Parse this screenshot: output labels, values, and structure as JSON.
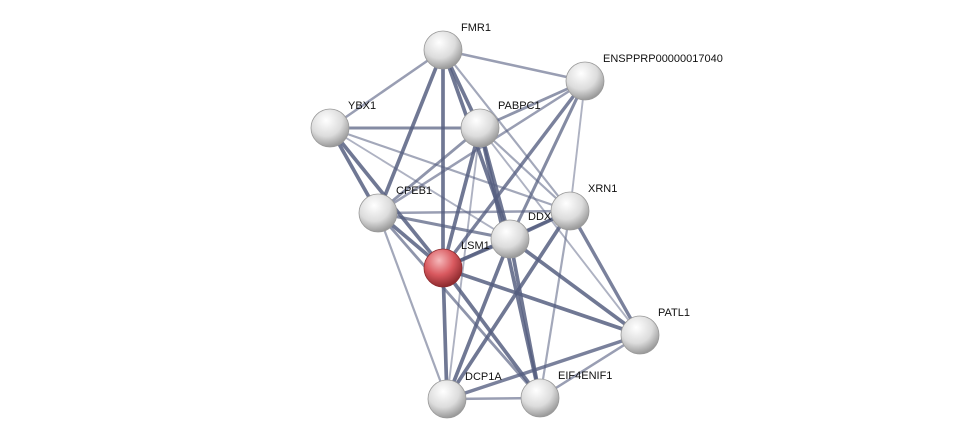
{
  "network": {
    "highlight_color": "#d9595f",
    "node_color": "#e6e6e6",
    "edge_color": "#555e80",
    "nodes": [
      {
        "id": "FMR1",
        "label": "FMR1",
        "query": false
      },
      {
        "id": "ENS",
        "label": "ENSPPRP00000017040",
        "query": false
      },
      {
        "id": "YBX1",
        "label": "YBX1",
        "query": false
      },
      {
        "id": "PABPC1",
        "label": "PABPC1",
        "query": false
      },
      {
        "id": "CPEB1",
        "label": "CPEB1",
        "query": false
      },
      {
        "id": "XRN1",
        "label": "XRN1",
        "query": false
      },
      {
        "id": "DDX",
        "label": "DDX",
        "query": false
      },
      {
        "id": "LSM1",
        "label": "LSM1",
        "query": true
      },
      {
        "id": "PATL1",
        "label": "PATL1",
        "query": false
      },
      {
        "id": "DCP1A",
        "label": "DCP1A",
        "query": false
      },
      {
        "id": "EIF4ENIF1",
        "label": "EIF4ENIF1",
        "query": false
      }
    ],
    "edges": [
      [
        "FMR1",
        "YBX1",
        0.5
      ],
      [
        "FMR1",
        "ENS",
        0.5
      ],
      [
        "FMR1",
        "PABPC1",
        0.9
      ],
      [
        "FMR1",
        "CPEB1",
        0.9
      ],
      [
        "FMR1",
        "LSM1",
        0.9
      ],
      [
        "FMR1",
        "DDX",
        0.9
      ],
      [
        "FMR1",
        "XRN1",
        0.4
      ],
      [
        "YBX1",
        "PABPC1",
        0.7
      ],
      [
        "YBX1",
        "CPEB1",
        0.9
      ],
      [
        "YBX1",
        "LSM1",
        0.9
      ],
      [
        "YBX1",
        "XRN1",
        0.4
      ],
      [
        "YBX1",
        "DDX",
        0.3
      ],
      [
        "PABPC1",
        "ENS",
        0.6
      ],
      [
        "PABPC1",
        "CPEB1",
        0.6
      ],
      [
        "PABPC1",
        "LSM1",
        0.9
      ],
      [
        "PABPC1",
        "DDX",
        0.9
      ],
      [
        "PABPC1",
        "EIF4ENIF1",
        0.9
      ],
      [
        "PABPC1",
        "XRN1",
        0.4
      ],
      [
        "PABPC1",
        "PATL1",
        0.3
      ],
      [
        "PABPC1",
        "DCP1A",
        0.3
      ],
      [
        "ENS",
        "LSM1",
        0.8
      ],
      [
        "ENS",
        "DDX",
        0.7
      ],
      [
        "ENS",
        "XRN1",
        0.3
      ],
      [
        "ENS",
        "CPEB1",
        0.5
      ],
      [
        "CPEB1",
        "LSM1",
        0.9
      ],
      [
        "CPEB1",
        "DDX",
        0.7
      ],
      [
        "CPEB1",
        "DCP1A",
        0.4
      ],
      [
        "CPEB1",
        "EIF4ENIF1",
        0.6
      ],
      [
        "CPEB1",
        "XRN1",
        0.5
      ],
      [
        "LSM1",
        "DDX",
        0.9
      ],
      [
        "LSM1",
        "XRN1",
        0.7
      ],
      [
        "LSM1",
        "PATL1",
        0.9
      ],
      [
        "LSM1",
        "DCP1A",
        0.9
      ],
      [
        "LSM1",
        "EIF4ENIF1",
        0.9
      ],
      [
        "DDX",
        "XRN1",
        0.9
      ],
      [
        "DDX",
        "PATL1",
        0.9
      ],
      [
        "DDX",
        "DCP1A",
        0.9
      ],
      [
        "DDX",
        "EIF4ENIF1",
        0.9
      ],
      [
        "XRN1",
        "PATL1",
        0.8
      ],
      [
        "XRN1",
        "DCP1A",
        0.9
      ],
      [
        "XRN1",
        "EIF4ENIF1",
        0.4
      ],
      [
        "PATL1",
        "DCP1A",
        0.8
      ],
      [
        "PATL1",
        "EIF4ENIF1",
        0.5
      ],
      [
        "DCP1A",
        "EIF4ENIF1",
        0.5
      ]
    ]
  }
}
